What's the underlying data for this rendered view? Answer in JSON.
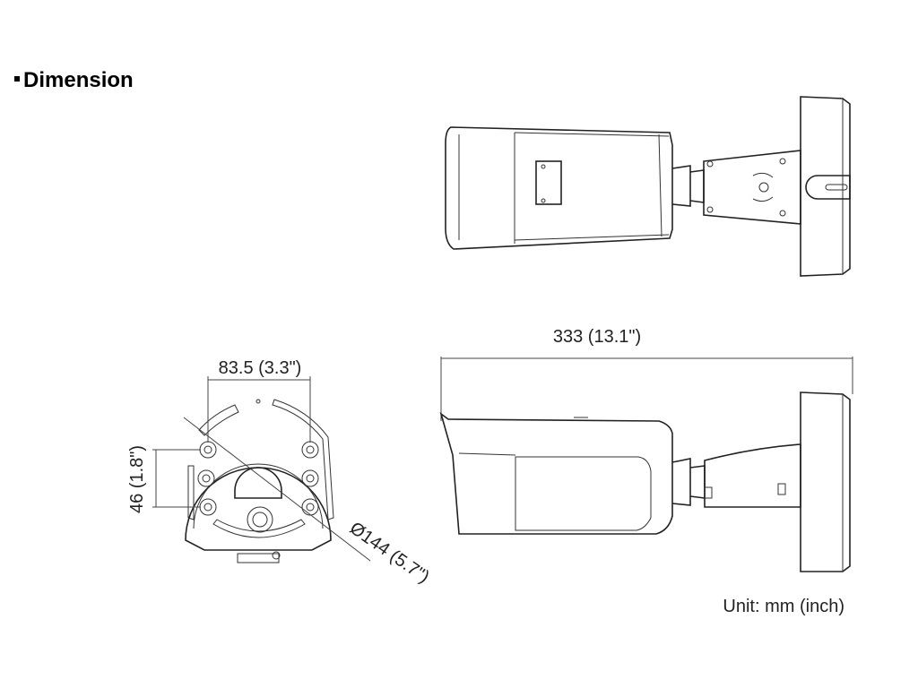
{
  "title": "Dimension",
  "dimensions": {
    "overall_length": "333 (13.1\")",
    "hole_spacing_horizontal": "83.5 (3.3\")",
    "hole_spacing_vertical": "46 (1.8\")",
    "base_diameter": "Ø144 (5.7\")"
  },
  "unit_note": "Unit: mm (inch)",
  "colors": {
    "line": "#222222",
    "background": "#ffffff"
  }
}
